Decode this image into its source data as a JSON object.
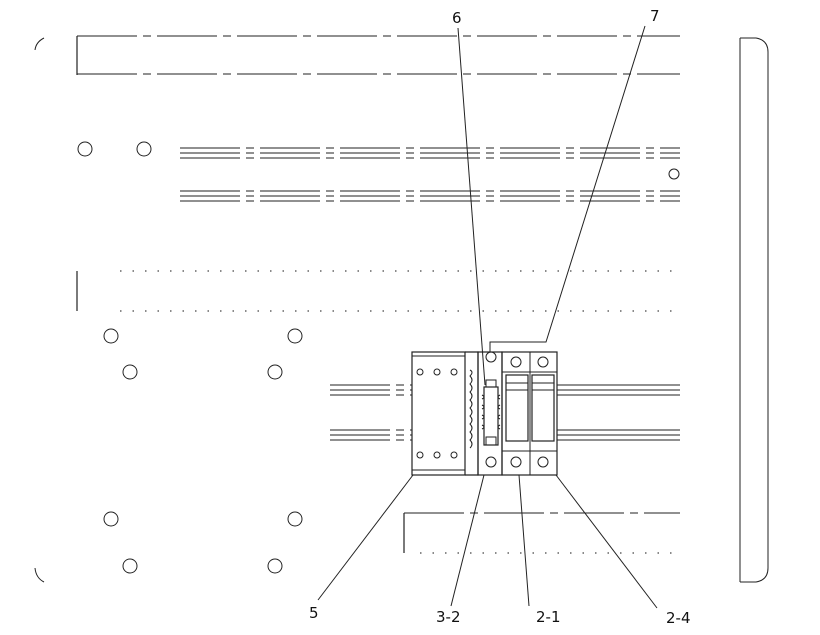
{
  "callouts": {
    "c6": "6",
    "c7": "7",
    "c5": "5",
    "c32": "3-2",
    "c21": "2-1",
    "c24": "2-4"
  }
}
